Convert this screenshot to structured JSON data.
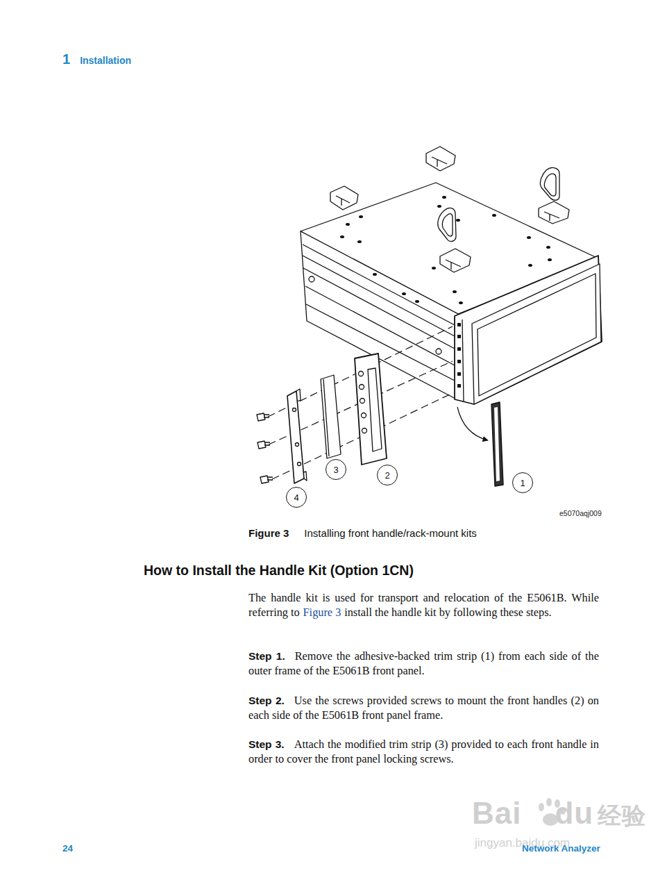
{
  "diagram": {
    "title": "How to Install the Handle Kit (Option 1CN)",
    "caption": "Installing front handle/rack-mount kits",
    "nodes": [
      {
        "text": [
          "4"
        ]
      },
      {
        "text": [
          "3"
        ]
      },
      {
        "text": [
          "2"
        ]
      },
      {
        "text": [
          "1"
        ]
      }
    ],
    "labels": [
      "1",
      "Installation",
      "e5070aqj009",
      "Figure 3",
      "The handle kit is used for transport and relocation of the E5061B. While referring to",
      "Figure 3",
      "install the handle kit by following these steps.",
      "Step 1.",
      "Remove the adhesive-backed trim strip (1) from each side of the outer frame of the E5061B front panel.",
      "Step 2.",
      "Use the screws provided screws to mount the front handles (2) on each side of the E5061B front panel frame.",
      "Step 3.",
      "Attach the modified trim strip (3) provided to each front handle in order to cover the front panel locking screws.",
      "24",
      "Network Analyzer",
      "Bai",
      "du",
      "经验",
      "jingyan.baidu.com"
    ]
  }
}
